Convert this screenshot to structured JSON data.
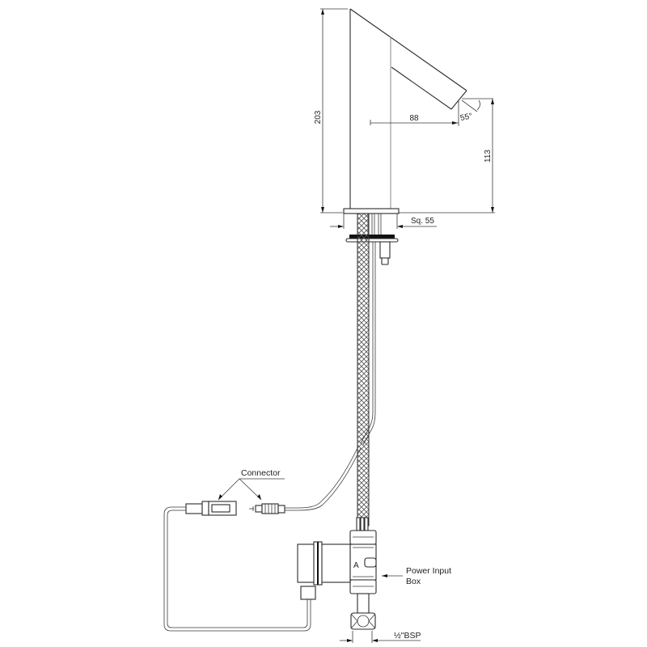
{
  "drawing": {
    "subject": "Sensor basin faucet technical drawing",
    "dimensions": {
      "overall_height": "203",
      "spout_reach": "88",
      "spout_angle": "55°",
      "spout_height": "113",
      "base_square": "Sq. 55"
    },
    "callouts": {
      "connector": "Connector",
      "power_box_line1": "Power Input",
      "power_box_line2": "Box",
      "thread": "½\"BSP",
      "valve_mark": "A"
    },
    "colors": {
      "line": "#2a2a2a",
      "background": "#ffffff",
      "hose_hatch": "#555555"
    }
  }
}
